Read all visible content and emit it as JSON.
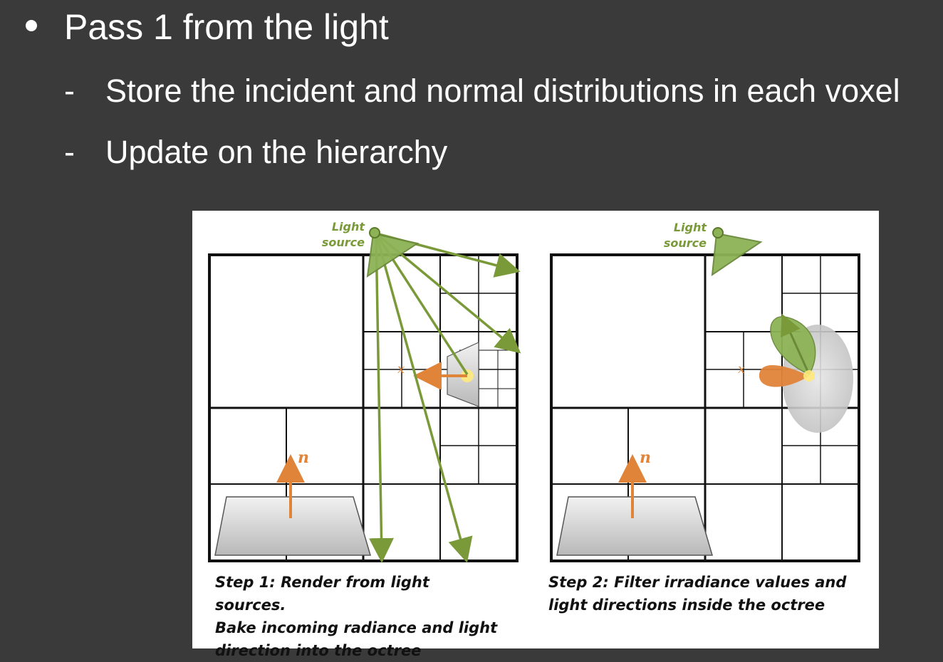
{
  "slide": {
    "bullet": "Pass 1 from the light",
    "sub_bullets": [
      {
        "dash": "-",
        "text": "Store the incident and normal distributions in each voxel"
      },
      {
        "dash": "-",
        "text": "Update on the hierarchy"
      }
    ]
  },
  "figure": {
    "panel1": {
      "light_label_1": "Light",
      "light_label_2": "source",
      "normal_label": "n",
      "caption": "Step 1: Render from light sources.\nBake incoming radiance and light\ndirection into the octree"
    },
    "panel2": {
      "light_label_1": "Light",
      "light_label_2": "source",
      "normal_label": "n",
      "caption": "Step 2: Filter irradiance values and\nlight directions inside the octree"
    },
    "colors": {
      "background": "#3a3a3a",
      "text": "#ffffff",
      "light_green": "#8db356",
      "orange": "#e0843a",
      "grid": "#111111"
    }
  }
}
